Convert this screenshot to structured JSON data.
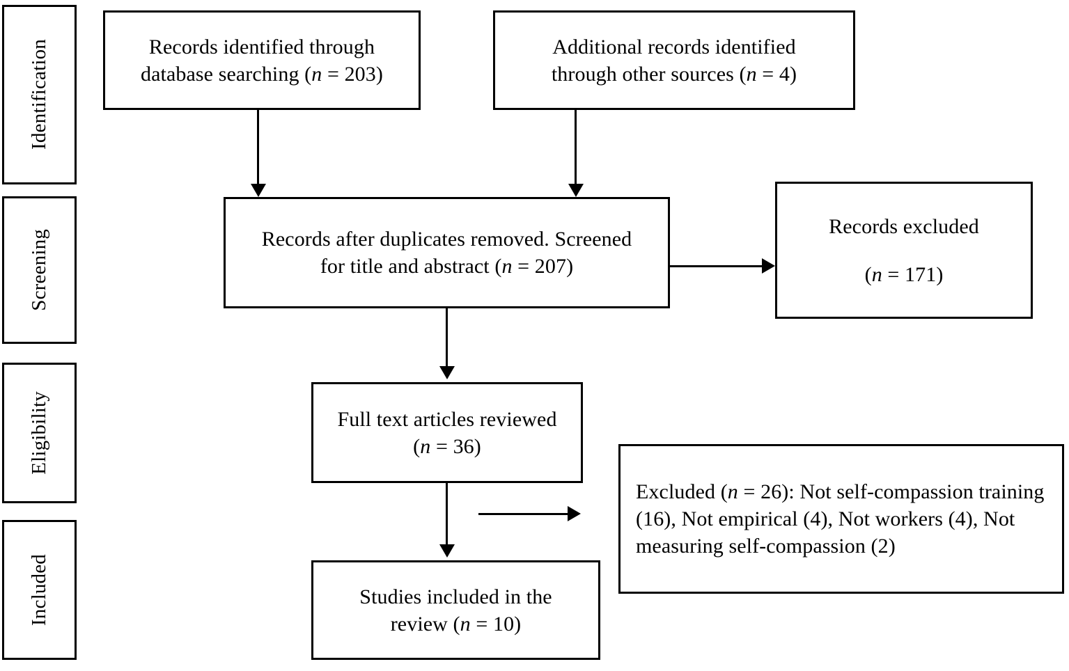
{
  "diagram": {
    "type": "prisma-flow-diagram",
    "stages": [
      {
        "id": "identification",
        "label": "Identification"
      },
      {
        "id": "screening",
        "label": "Screening"
      },
      {
        "id": "eligibility",
        "label": "Eligibility"
      },
      {
        "id": "included",
        "label": "Included"
      }
    ],
    "nodes": {
      "records_database": {
        "line1": "Records identified through",
        "line2_pre": "database searching (",
        "line2_n": "n",
        "line2_post": " = 203)",
        "count": 203
      },
      "records_other": {
        "line1": "Additional records identified",
        "line2_pre": "through other sources (",
        "line2_n": "n",
        "line2_post": " = 4)",
        "count": 4
      },
      "records_screened": {
        "line1": "Records after duplicates removed. Screened",
        "line2_pre": "for title and abstract (",
        "line2_n": "n",
        "line2_post": " = 207)",
        "count": 207
      },
      "records_excluded": {
        "line1": "Records excluded",
        "line2_pre": "(",
        "line2_n": "n",
        "line2_post": " = 171)",
        "count": 171
      },
      "fulltext_reviewed": {
        "line1": "Full text articles reviewed",
        "line2_pre": "(",
        "line2_n": "n",
        "line2_post": " = 36)",
        "count": 36
      },
      "fulltext_excluded": {
        "pre": "Excluded (",
        "n": "n",
        "post": " = 26): Not self-compassion training (16), Not empirical (4), Not workers (4), Not measuring self-compassion (2)",
        "count": 26,
        "reasons": [
          {
            "reason": "Not self-compassion training",
            "count": 16
          },
          {
            "reason": "Not empirical",
            "count": 4
          },
          {
            "reason": "Not workers",
            "count": 4
          },
          {
            "reason": "Not measuring self-compassion",
            "count": 2
          }
        ]
      },
      "studies_included": {
        "line1": "Studies included in the",
        "line2_pre": "review (",
        "line2_n": "n",
        "line2_post": " = 10)",
        "count": 10
      }
    },
    "colors": {
      "line": "#000000",
      "background": "#ffffff",
      "text": "#000000"
    }
  }
}
